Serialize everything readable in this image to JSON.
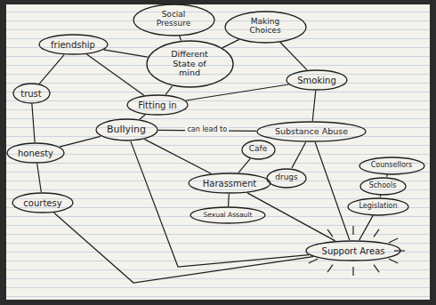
{
  "diagram": {
    "nodes": [
      {
        "text": [
          "Social Pressure"
        ]
      },
      {
        "text": [
          "Making Choices"
        ]
      },
      {
        "text": [
          "friendship"
        ]
      },
      {
        "text": [
          "Different State of mind"
        ]
      },
      {
        "text": [
          "Smoking"
        ]
      },
      {
        "text": [
          "trust"
        ]
      },
      {
        "text": [
          "Fitting in"
        ]
      },
      {
        "text": [
          "Bullying"
        ]
      },
      {
        "text": [
          "Substance Abuse"
        ]
      },
      {
        "text": [
          "honesty"
        ]
      },
      {
        "text": [
          "Cafe"
        ]
      },
      {
        "text": [
          "Counsellors"
        ]
      },
      {
        "text": [
          "drugs"
        ]
      },
      {
        "text": [
          "Harassment"
        ]
      },
      {
        "text": [
          "Schools"
        ]
      },
      {
        "text": [
          "courtesy"
        ]
      },
      {
        "text": [
          "Legislation"
        ]
      },
      {
        "text": [
          "Sexual Assault"
        ]
      },
      {
        "text": [
          "Support Areas"
        ]
      }
    ],
    "edges": [
      {
        "from": 2,
        "to": 3,
        "arrow": "none"
      },
      {
        "from": 2,
        "to": 6,
        "arrow": "none"
      },
      {
        "from": 2,
        "to": 5,
        "arrow": "none"
      },
      {
        "from": 5,
        "to": 9,
        "arrow": "none"
      },
      {
        "from": 9,
        "to": 15,
        "arrow": "none"
      },
      {
        "from": 9,
        "to": 7,
        "arrow": "none"
      },
      {
        "from": 3,
        "to": 0,
        "arrow": "none"
      },
      {
        "from": 3,
        "to": 1,
        "arrow": "none"
      },
      {
        "from": 6,
        "to": 3,
        "arrow": "none"
      },
      {
        "from": 7,
        "to": 6,
        "arrow": "none"
      },
      {
        "from": 4,
        "to": 6,
        "arrow": "none"
      },
      {
        "from": 1,
        "to": 4,
        "arrow": "none"
      },
      {
        "from": 4,
        "to": 8,
        "arrow": "none"
      },
      {
        "from": 7,
        "to": 8,
        "label": "can lead to",
        "arrow": "none"
      },
      {
        "from": 8,
        "to": 12,
        "arrow": "none"
      },
      {
        "from": 13,
        "to": 10,
        "arrow": "none"
      },
      {
        "from": 7,
        "to": 13,
        "arrow": "none"
      },
      {
        "from": 13,
        "to": 17,
        "arrow": "none"
      },
      {
        "from": 13,
        "to": 18,
        "arrow": "none"
      },
      {
        "from": 8,
        "to": 18,
        "arrow": "none"
      },
      {
        "from": 7,
        "to": 18,
        "arrow": "none"
      },
      {
        "from": 15,
        "to": 18,
        "arrow": "none"
      },
      {
        "from": 18,
        "to": 16,
        "arrow": "none"
      },
      {
        "from": 16,
        "to": 14,
        "arrow": "none"
      },
      {
        "from": 14,
        "to": 11,
        "arrow": "none"
      }
    ]
  }
}
